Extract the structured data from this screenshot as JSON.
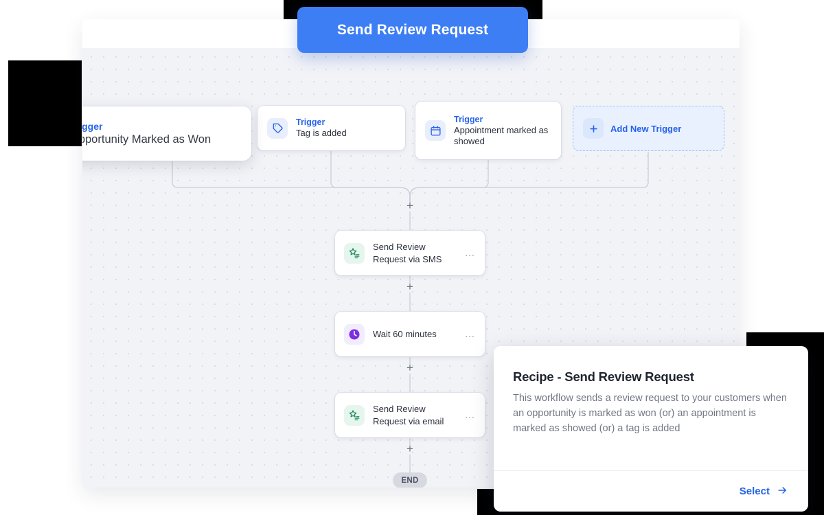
{
  "send_button": {
    "label": "Send Review Request",
    "color": "#3d7ef4"
  },
  "triggers": [
    {
      "kicker": "Trigger",
      "label": "Opportunity Marked as Won",
      "icon": "chevron-up-icon"
    },
    {
      "kicker": "Trigger",
      "label": "Tag is added",
      "icon": "tag-icon"
    },
    {
      "kicker": "Trigger",
      "label": "Appointment marked as showed",
      "icon": "calendar-icon"
    }
  ],
  "add_trigger": {
    "label": "Add New Trigger",
    "icon": "plus-icon"
  },
  "actions": [
    {
      "label": "Send Review Request via SMS",
      "icon": "review-star-icon",
      "menu": "…"
    },
    {
      "label": "Wait 60 minutes",
      "icon": "clock-icon",
      "menu": "…"
    },
    {
      "label": "Send Review Request via email",
      "icon": "review-star-icon",
      "menu": "…"
    }
  ],
  "plus_label": "+",
  "end_label": "END",
  "recipe": {
    "title": "Recipe - Send Review Request",
    "description": "This workflow sends a review request to your customers when an opportunity is marked as won (or) an appointment is marked as showed (or) a tag is added",
    "select_label": "Select",
    "select_icon": "arrow-right-icon"
  }
}
